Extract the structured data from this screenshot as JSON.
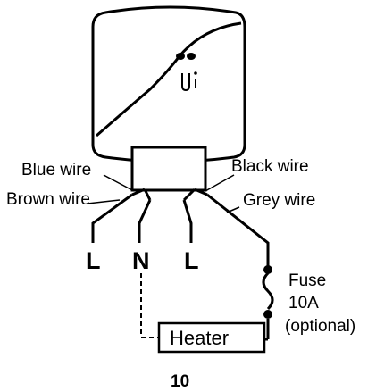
{
  "labels": {
    "blue_wire": "Blue wire",
    "brown_wire": "Brown wire",
    "black_wire": "Black wire",
    "grey_wire": "Grey wire",
    "terminal_l_left": "L",
    "terminal_n": "N",
    "terminal_l_right": "L",
    "fuse_line1": "Fuse",
    "fuse_line2": "10A",
    "fuse_line3": "(optional)",
    "heater": "Heater",
    "page_number": "10"
  },
  "colors": {
    "ink": "#000000",
    "background": "#ffffff"
  }
}
